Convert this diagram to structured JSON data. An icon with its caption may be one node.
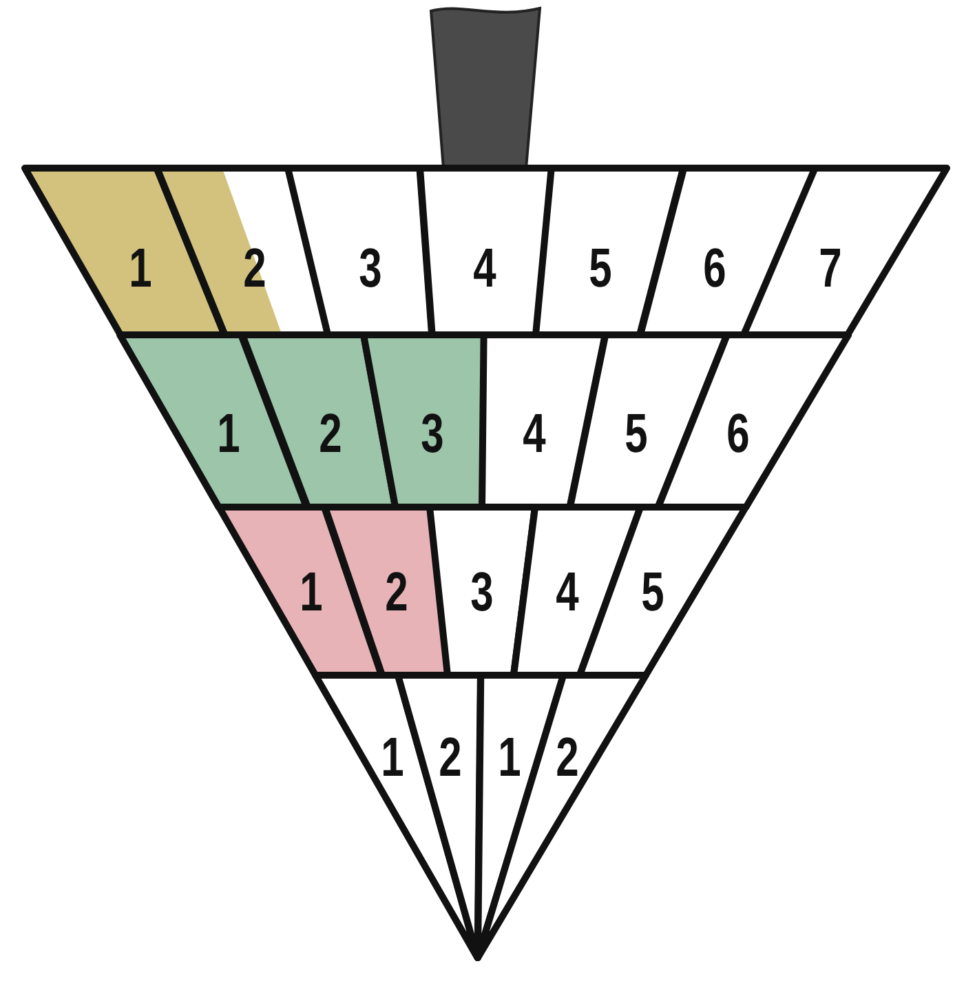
{
  "diagram": {
    "nodes": [
      {
        "text": [
          "1"
        ]
      },
      {
        "text": [
          "2"
        ]
      },
      {
        "text": [
          "3"
        ]
      },
      {
        "text": [
          "4"
        ]
      },
      {
        "text": [
          "5"
        ]
      },
      {
        "text": [
          "6"
        ]
      },
      {
        "text": [
          "7"
        ]
      },
      {
        "text": [
          "1"
        ]
      },
      {
        "text": [
          "2"
        ]
      },
      {
        "text": [
          "3"
        ]
      },
      {
        "text": [
          "4"
        ]
      },
      {
        "text": [
          "5"
        ]
      },
      {
        "text": [
          "6"
        ]
      },
      {
        "text": [
          "1"
        ]
      },
      {
        "text": [
          "2"
        ]
      },
      {
        "text": [
          "3"
        ]
      },
      {
        "text": [
          "4"
        ]
      },
      {
        "text": [
          "5"
        ]
      },
      {
        "text": [
          "1"
        ]
      },
      {
        "text": [
          "2"
        ]
      },
      {
        "text": [
          "1"
        ]
      },
      {
        "text": [
          "2"
        ]
      }
    ]
  }
}
